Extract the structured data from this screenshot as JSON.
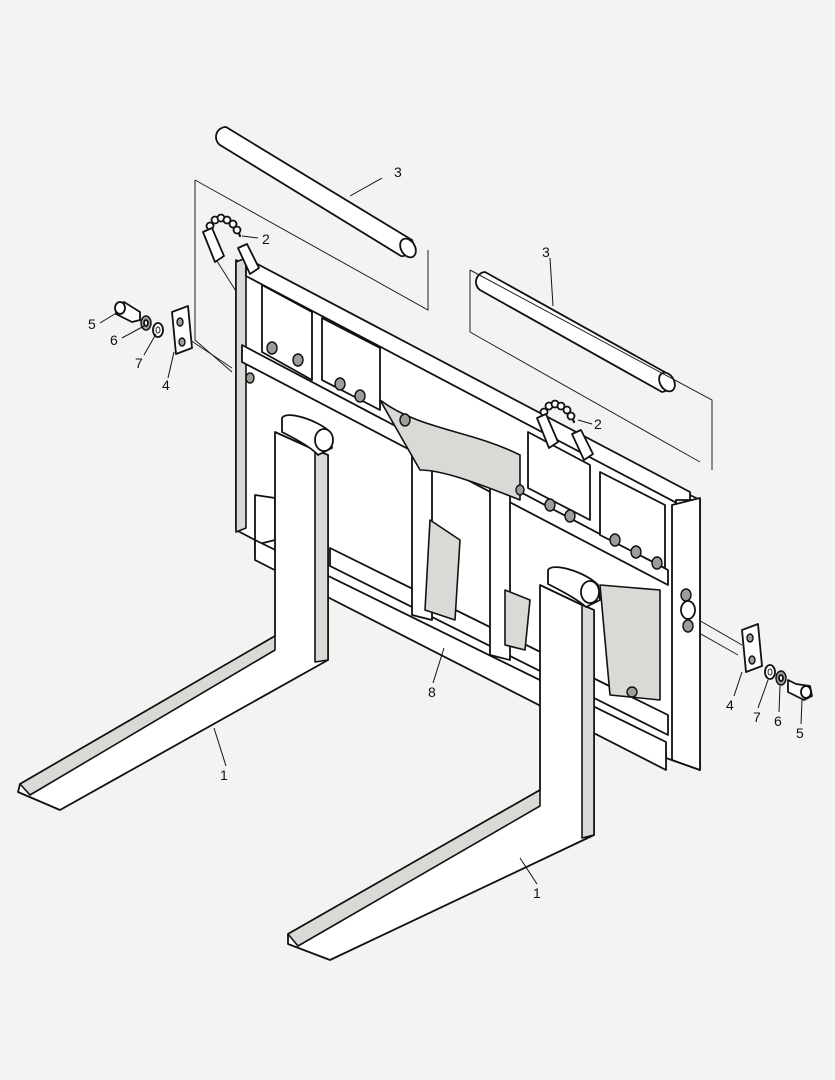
{
  "callouts": {
    "fork_left": "1",
    "fork_right": "1",
    "pin_left": "2",
    "pin_right": "2",
    "rod_left": "3",
    "rod_right": "3",
    "plate_left": "4",
    "plate_right": "4",
    "bolt_left": "5",
    "bolt_right": "5",
    "washer_left": "6",
    "washer_right": "6",
    "nut_left": "7",
    "nut_right": "7",
    "frame": "8"
  },
  "colors": {
    "background": "#f3f3f1",
    "line": "#111111",
    "part_fill": "#ffffff",
    "shade": "#d9d9d6"
  }
}
